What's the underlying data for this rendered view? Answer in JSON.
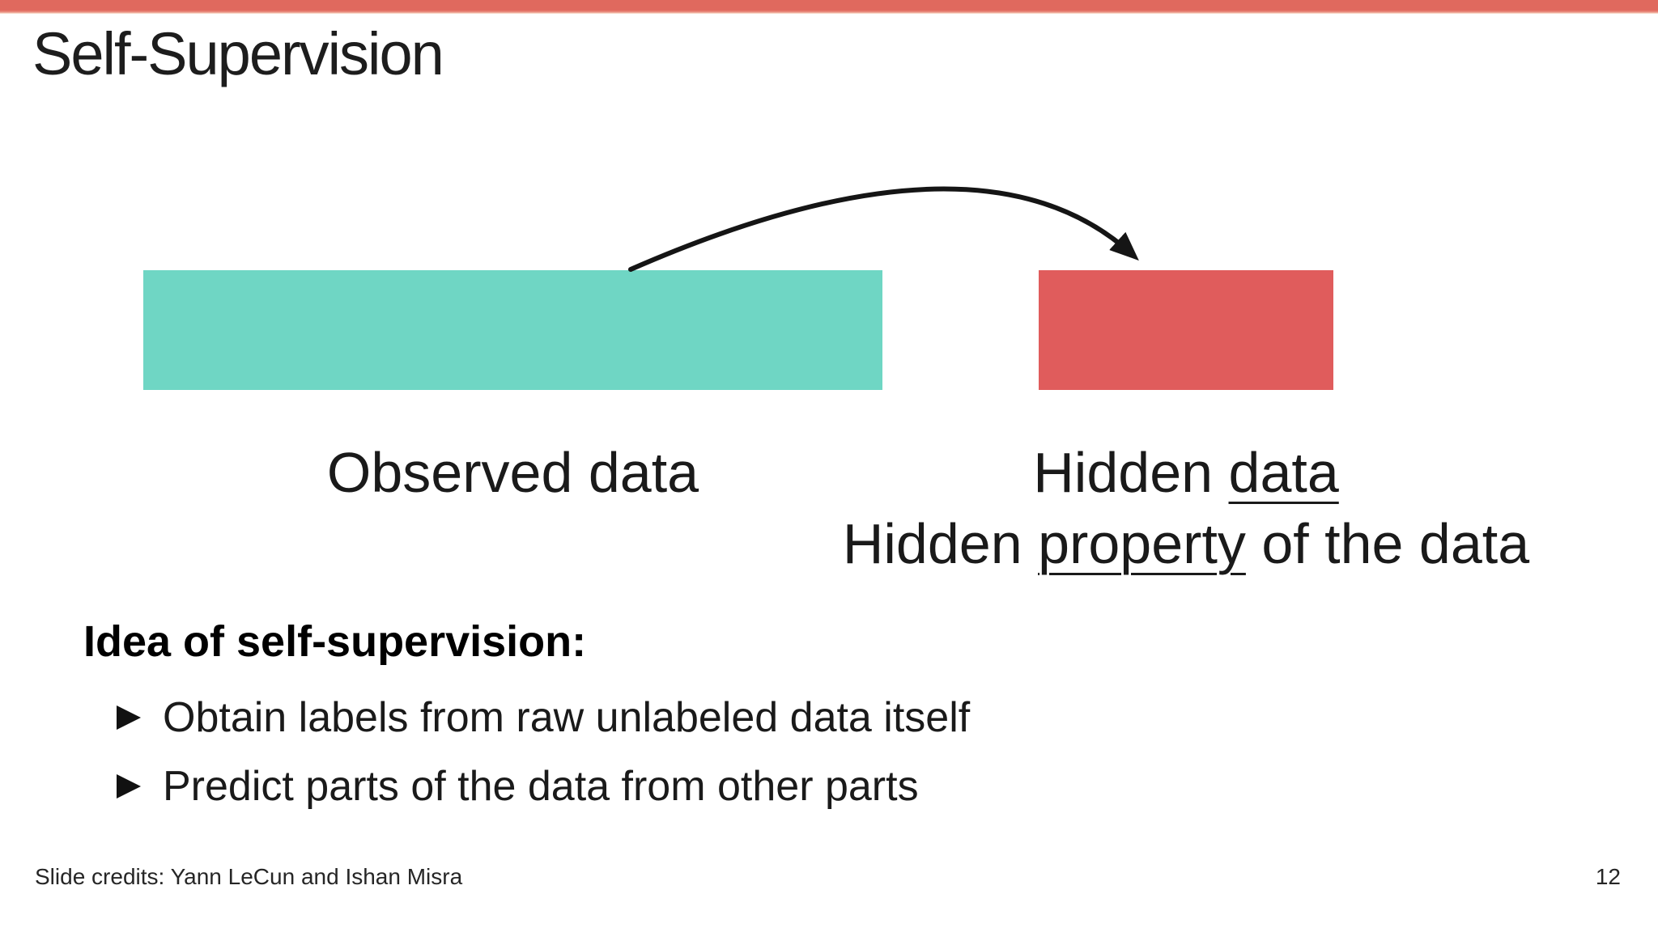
{
  "slide": {
    "title": "Self-Supervision",
    "footer_credits": "Slide credits: Yann LeCun and Ishan Misra",
    "page_number": "12"
  },
  "diagram": {
    "observed_label": "Observed data",
    "hidden_line1_prefix": "Hidden ",
    "hidden_line1_underlined": "data",
    "hidden_line2_prefix": "Hidden ",
    "hidden_line2_underlined": "property",
    "hidden_line2_suffix": " of the data"
  },
  "idea": {
    "heading": "Idea of self-supervision:",
    "bullets": [
      "Obtain labels from raw unlabeled data itself",
      "Predict parts of the data from other parts"
    ]
  },
  "colors": {
    "top_bar": "#e0695e",
    "observed_box": "#6fd6c4",
    "hidden_box": "#e05c5c",
    "arrow": "#151515",
    "text": "#1a1a1a"
  }
}
